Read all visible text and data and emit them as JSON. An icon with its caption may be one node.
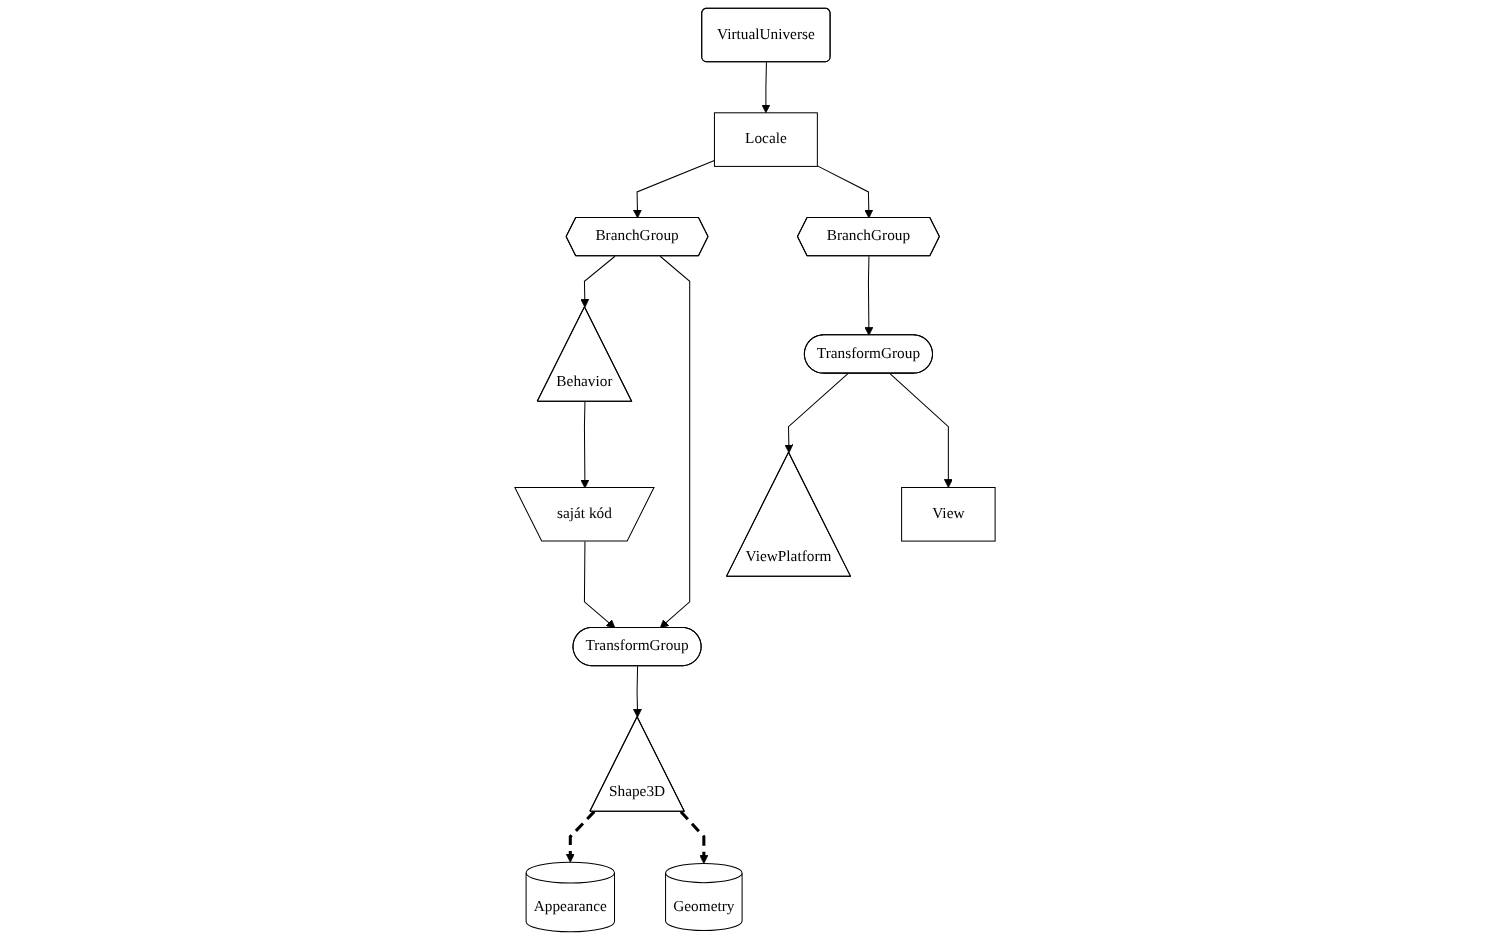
{
  "diagram": {
    "nodes": [
      {
        "text": [
          "VirtualUniverse"
        ]
      },
      {
        "text": [
          "Locale"
        ]
      },
      {
        "text": [
          "BranchGroup"
        ]
      },
      {
        "text": [
          "BranchGroup"
        ]
      },
      {
        "text": [
          "Behavior"
        ]
      },
      {
        "text": [
          "TransformGroup"
        ]
      },
      {
        "text": [
          "TransformGroup"
        ]
      },
      {
        "text": [
          "saját kód"
        ]
      },
      {
        "text": [
          "Shape3D"
        ]
      },
      {
        "text": [
          "ViewPlatform"
        ]
      },
      {
        "text": [
          "View"
        ]
      },
      {
        "text": [
          "Appearance"
        ]
      },
      {
        "text": [
          "Geometry"
        ]
      }
    ],
    "edges": [
      {
        "from": 0,
        "to": 1,
        "arrow": "to"
      },
      {
        "from": 1,
        "to": 2,
        "arrow": "to"
      },
      {
        "from": 1,
        "to": 3,
        "arrow": "to"
      },
      {
        "from": 2,
        "to": 4,
        "arrow": "to"
      },
      {
        "from": 2,
        "to": 5,
        "arrow": "to"
      },
      {
        "from": 3,
        "to": 6,
        "arrow": "to"
      },
      {
        "from": 4,
        "to": 7,
        "arrow": "to"
      },
      {
        "from": 7,
        "to": 5,
        "arrow": "to"
      },
      {
        "from": 5,
        "to": 8,
        "arrow": "to"
      },
      {
        "from": 6,
        "to": 9,
        "arrow": "to"
      },
      {
        "from": 6,
        "to": 10,
        "arrow": "to"
      },
      {
        "from": 8,
        "to": 11,
        "arrow": "to",
        "style": "dashed"
      },
      {
        "from": 8,
        "to": 12,
        "arrow": "to",
        "style": "dashed"
      }
    ]
  }
}
